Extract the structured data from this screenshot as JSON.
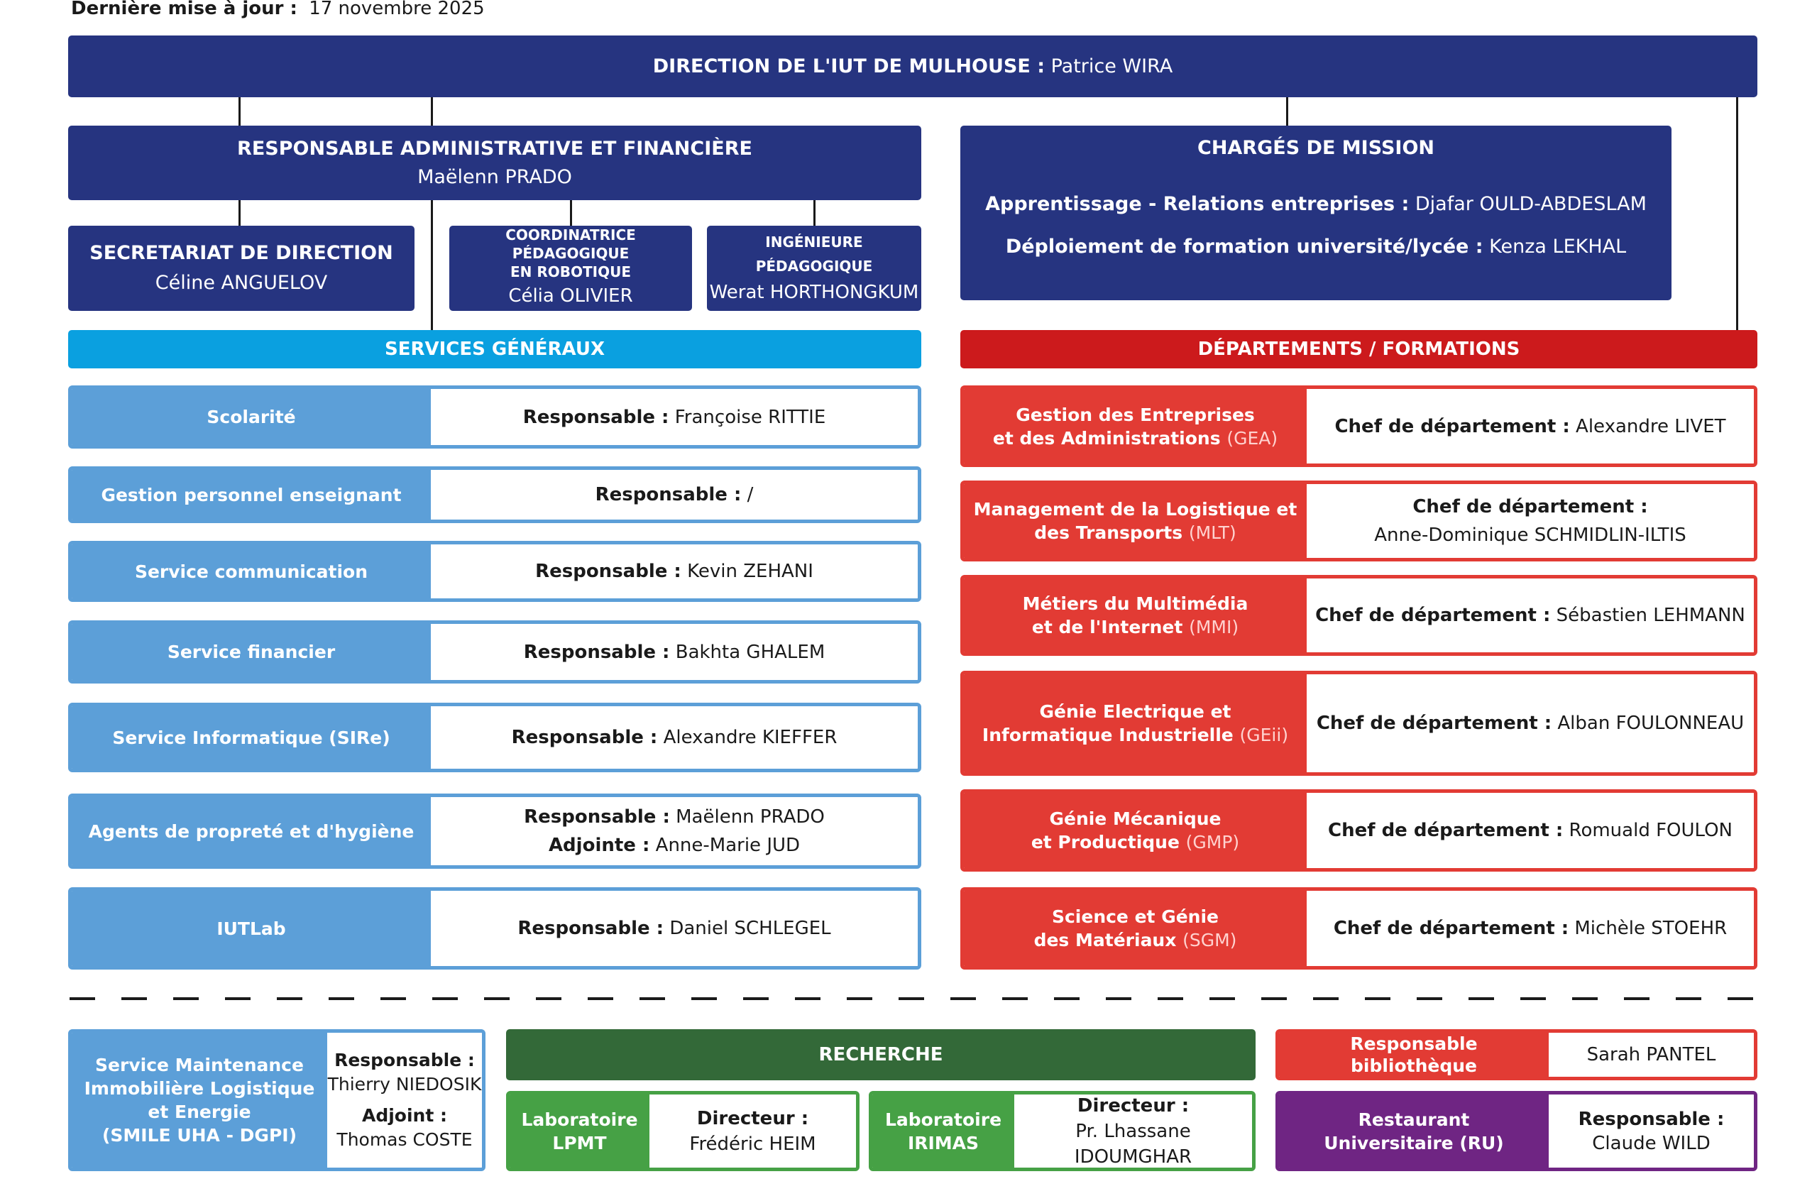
{
  "header": {
    "updated_label": "Dernière mise à jour :",
    "updated_date": "17 novembre 2025"
  },
  "direction": {
    "title": "DIRECTION DE L'IUT DE MULHOUSE :",
    "name": "Patrice WIRA"
  },
  "raf": {
    "title": "RESPONSABLE ADMINISTRATIVE ET FINANCIÈRE",
    "name": "Maëlenn PRADO"
  },
  "secretariat": {
    "title": "SECRETARIAT DE DIRECTION",
    "name": "Céline ANGUELOV"
  },
  "coordinatrice": {
    "title_line1": "COORDINATRICE PÉDAGOGIQUE",
    "title_line2": "EN ROBOTIQUE",
    "name": "Célia OLIVIER"
  },
  "ingenieure": {
    "title": "INGÉNIEURE PÉDAGOGIQUE",
    "name": "Werat HORTHONGKUM"
  },
  "missions": {
    "title": "CHARGÉS DE MISSION",
    "items": [
      {
        "label": "Apprentissage - Relations entreprises :",
        "name": "Djafar OULD-ABDESLAM"
      },
      {
        "label": "Déploiement de formation université/lycée :",
        "name": "Kenza LEKHAL"
      }
    ]
  },
  "services": {
    "title": "SERVICES GÉNÉRAUX",
    "rows": [
      {
        "label": "Scolarité",
        "resp_label": "Responsable :",
        "resp_name": "Françoise RITTIE"
      },
      {
        "label": "Gestion personnel enseignant",
        "resp_label": "Responsable :",
        "resp_name": "/"
      },
      {
        "label": "Service communication",
        "resp_label": "Responsable :",
        "resp_name": "Kevin ZEHANI"
      },
      {
        "label": "Service financier",
        "resp_label": "Responsable :",
        "resp_name": "Bakhta GHALEM"
      },
      {
        "label": "Service Informatique (SIRe)",
        "resp_label": "Responsable :",
        "resp_name": "Alexandre KIEFFER"
      },
      {
        "label": "Agents de propreté et d'hygiène",
        "resp_label": "Responsable :",
        "resp_name": "Maëlenn PRADO",
        "adj_label": "Adjointe :",
        "adj_name": "Anne-Marie JUD"
      },
      {
        "label": "IUTLab",
        "resp_label": "Responsable :",
        "resp_name": "Daniel SCHLEGEL"
      }
    ]
  },
  "departements": {
    "title": "DÉPARTEMENTS / FORMATIONS",
    "rows": [
      {
        "line1": "Gestion des Entreprises",
        "line2": "et des Administrations",
        "abbr": "(GEA)",
        "chef_label": "Chef de département :",
        "chef_name": "Alexandre LIVET"
      },
      {
        "line1": "Management de la Logistique et",
        "line2": "des Transports",
        "abbr": "(MLT)",
        "chef_label": "Chef de département :",
        "chef_name": "Anne-Dominique SCHMIDLIN-ILTIS"
      },
      {
        "line1": "Métiers du Multimédia",
        "line2": "et de l'Internet",
        "abbr": "(MMI)",
        "chef_label": "Chef de département :",
        "chef_name": "Sébastien LEHMANN"
      },
      {
        "line1": "Génie Electrique et",
        "line2": "Informatique Industrielle",
        "abbr": "(GEii)",
        "chef_label": "Chef de département :",
        "chef_name": "Alban FOULONNEAU"
      },
      {
        "line1": "Génie Mécanique",
        "line2": "et Productique",
        "abbr": "(GMP)",
        "chef_label": "Chef de département :",
        "chef_name": "Romuald FOULON"
      },
      {
        "line1": "Science et Génie",
        "line2": "des Matériaux",
        "abbr": "(SGM)",
        "chef_label": "Chef de département :",
        "chef_name": "Michèle STOEHR"
      }
    ]
  },
  "smile": {
    "lines": [
      "Service Maintenance",
      "Immobilière Logistique",
      "et Energie",
      "(SMILE UHA - DGPI)"
    ],
    "resp_label": "Responsable :",
    "resp_name": "Thierry NIEDOSIK",
    "adj_label": "Adjoint :",
    "adj_name": "Thomas COSTE"
  },
  "recherche": {
    "title": "RECHERCHE",
    "labs": [
      {
        "line1": "Laboratoire",
        "line2": "LPMT",
        "dir_label": "Directeur :",
        "dir_name": "Frédéric HEIM"
      },
      {
        "line1": "Laboratoire",
        "line2": "IRIMAS",
        "dir_label": "Directeur :",
        "dir_name": "Pr. Lhassane IDOUMGHAR"
      }
    ]
  },
  "bibliotheque": {
    "line1": "Responsable",
    "line2": "bibliothèque",
    "name": "Sarah PANTEL"
  },
  "restaurant": {
    "line1": "Restaurant",
    "line2": "Universitaire (RU)",
    "resp_label": "Responsable :",
    "resp_name": "Claude WILD"
  },
  "colors": {
    "navy": "#263480",
    "light_blue": "#5c9fd8",
    "cyan": "#0aa0e0",
    "red": "#e23b34",
    "dark_green": "#336938",
    "green": "#46a145",
    "purple": "#6f2583"
  }
}
